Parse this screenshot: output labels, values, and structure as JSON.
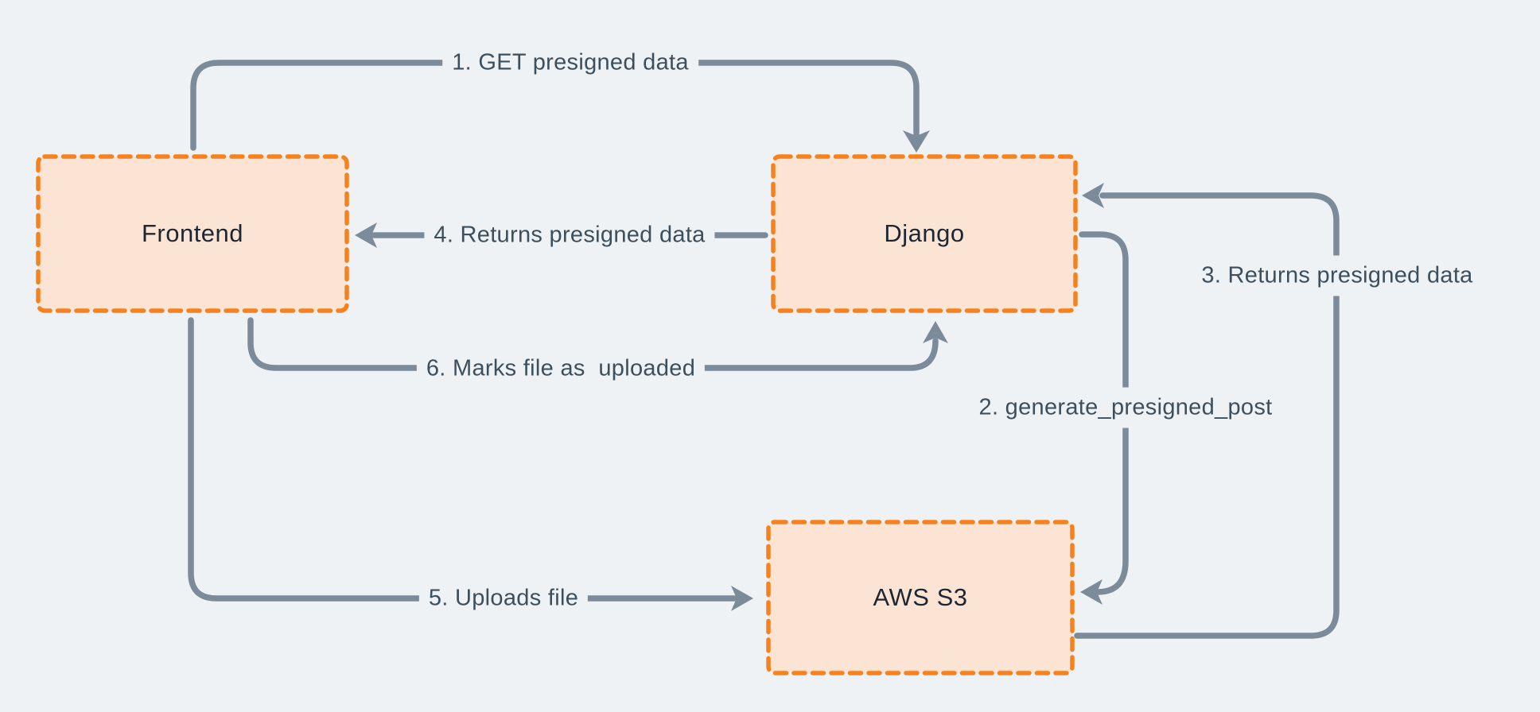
{
  "diagram": {
    "description": "Presigned upload flow between Frontend, Django and AWS S3",
    "nodes": [
      {
        "id": "frontend",
        "label": "Frontend"
      },
      {
        "id": "django",
        "label": "Django"
      },
      {
        "id": "aws-s3",
        "label": "AWS S3"
      }
    ],
    "edges": [
      {
        "step": 1,
        "from": "frontend",
        "to": "django",
        "label": "1. GET presigned data"
      },
      {
        "step": 2,
        "from": "django",
        "to": "aws-s3",
        "label": "2. generate_presigned_post"
      },
      {
        "step": 3,
        "from": "aws-s3",
        "to": "django",
        "label": "3. Returns presigned data"
      },
      {
        "step": 4,
        "from": "django",
        "to": "frontend",
        "label": "4. Returns presigned data"
      },
      {
        "step": 5,
        "from": "frontend",
        "to": "aws-s3",
        "label": "5. Uploads file"
      },
      {
        "step": 6,
        "from": "frontend",
        "to": "django",
        "label": "6. Marks file as  uploaded"
      }
    ],
    "colors": {
      "background": "#eef2f5",
      "node_fill": "#fce4d4",
      "node_border": "#f5821f",
      "arrow": "#7b8b99",
      "edge_label_text": "#3d4f5c",
      "node_label_text": "#1d2733"
    }
  }
}
